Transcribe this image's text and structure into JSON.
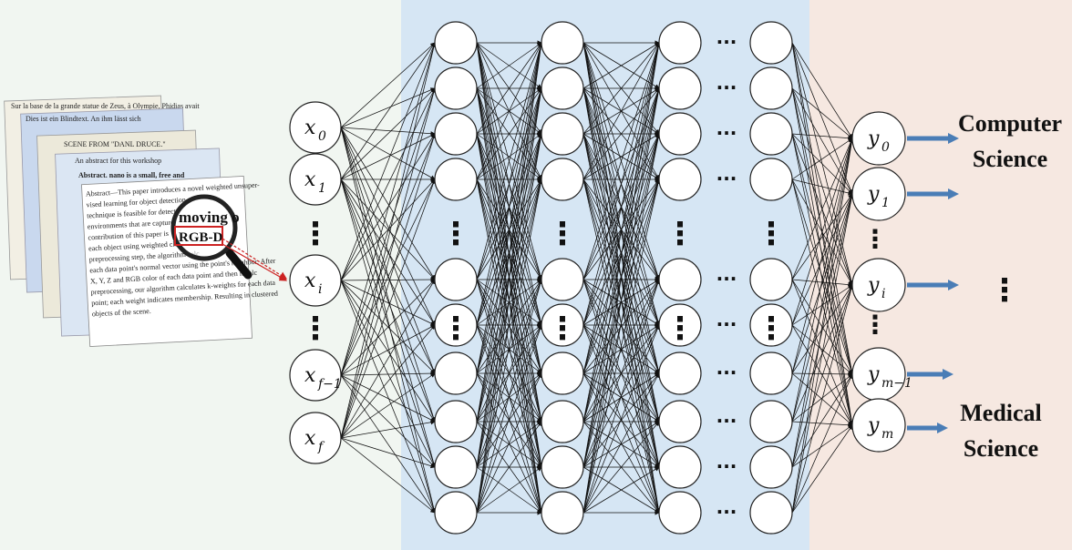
{
  "documents": {
    "snippets": [
      "Sur la base de la grande statue de Zeus, à Olympie, Phidias avait",
      "Dies ist ein Blindtext. An ihm lässt sich",
      "SCENE FROM \"DANL DRUCE.\"",
      "An abstract for this workshop",
      "Abstract. nano is a small, free and",
      "Abstract—This paper introduces a novel weighted unsuper-",
      "vised learning for object detection",
      "technique is feasible for detect",
      "environments that are capture",
      "contribution of this paper is",
      "each object using weighted clu",
      "preprocessing step, the algorithm calc",
      "each data point's normal vector using the point's neighbor. After",
      "X, Y, Z and RGB color of each data point and then it calc",
      "preprocessing, our algorithm calculates k-weights for each data",
      "point; each weight indicates membership. Resulting in clustered",
      "objects of the scene."
    ],
    "magnifier_words": [
      "moving o",
      "RGB-D"
    ]
  },
  "inputs": {
    "nodes": [
      {
        "main": "x",
        "sub": "0"
      },
      {
        "main": "x",
        "sub": "1"
      },
      {
        "main": "x",
        "sub": "i"
      },
      {
        "main": "x",
        "sub": "f−1"
      },
      {
        "main": "x",
        "sub": "f"
      }
    ],
    "ellipsis": "⋮"
  },
  "hidden": {
    "ellipsis_vertical": "⋮",
    "ellipsis_horizontal": "···"
  },
  "outputs": {
    "nodes": [
      {
        "main": "y",
        "sub": "0"
      },
      {
        "main": "y",
        "sub": "1"
      },
      {
        "main": "y",
        "sub": "i"
      },
      {
        "main": "y",
        "sub": "m−1"
      },
      {
        "main": "y",
        "sub": "m"
      }
    ],
    "ellipsis": "⋮"
  },
  "targets": {
    "computer_science": [
      "Computer",
      "Science"
    ],
    "medical_science": [
      "Medical",
      "Science"
    ],
    "ellipsis": "⋮"
  },
  "colors": {
    "left_panel": "#f1f6f1",
    "hidden_panel": "#d6e6f4",
    "right_panel": "#f6e8e1",
    "arrow": "#4a7db6",
    "highlight": "#cc2222"
  }
}
